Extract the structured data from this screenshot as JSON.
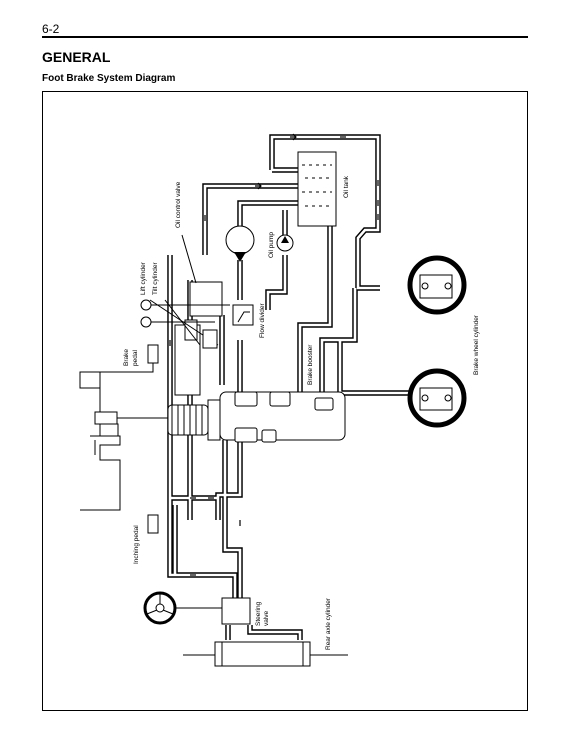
{
  "header": {
    "page_number": "6-2",
    "section_title": "GENERAL",
    "diagram_title": "Foot Brake System Diagram"
  },
  "labels": {
    "oil_control_valve": "Oil control valve",
    "oil_tank": "Oil tank",
    "oil_pump": "Oil pump",
    "lift_cylinder": "Lift cylinder",
    "tilt_cylinder": "Tilt cylinder",
    "flow_divider": "Flow divider",
    "brake_pedal_line1": "Brake",
    "brake_pedal_line2": "pedal",
    "brake_booster": "Brake booster",
    "brake_wheel_cylinder": "Brake wheel cylinder",
    "inching_pedal": "Inching pedal",
    "steering_valve_line1": "Steering",
    "steering_valve_line2": "valve",
    "rear_axle_cylinder": "Rear axle cylinder"
  }
}
